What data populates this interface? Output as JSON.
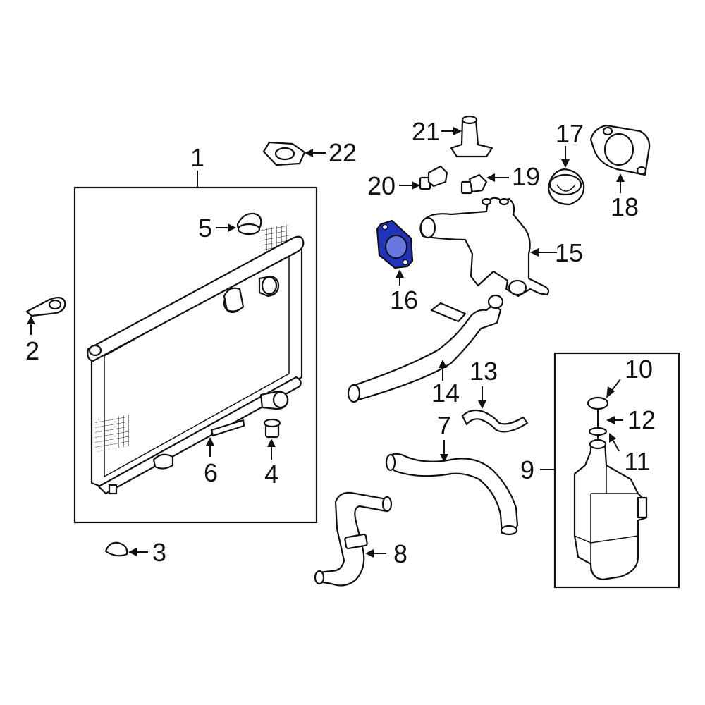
{
  "diagram": {
    "parts": [
      {
        "number": "1"
      },
      {
        "number": "2"
      },
      {
        "number": "3"
      },
      {
        "number": "4"
      },
      {
        "number": "5"
      },
      {
        "number": "6"
      },
      {
        "number": "7"
      },
      {
        "number": "8"
      },
      {
        "number": "9"
      },
      {
        "number": "10"
      },
      {
        "number": "11"
      },
      {
        "number": "12"
      },
      {
        "number": "13"
      },
      {
        "number": "14"
      },
      {
        "number": "15"
      },
      {
        "number": "16"
      },
      {
        "number": "17"
      },
      {
        "number": "18"
      },
      {
        "number": "19"
      },
      {
        "number": "20"
      },
      {
        "number": "21"
      },
      {
        "number": "22"
      }
    ],
    "highlight_color": "#2233bb",
    "highlighted_part": "16"
  }
}
